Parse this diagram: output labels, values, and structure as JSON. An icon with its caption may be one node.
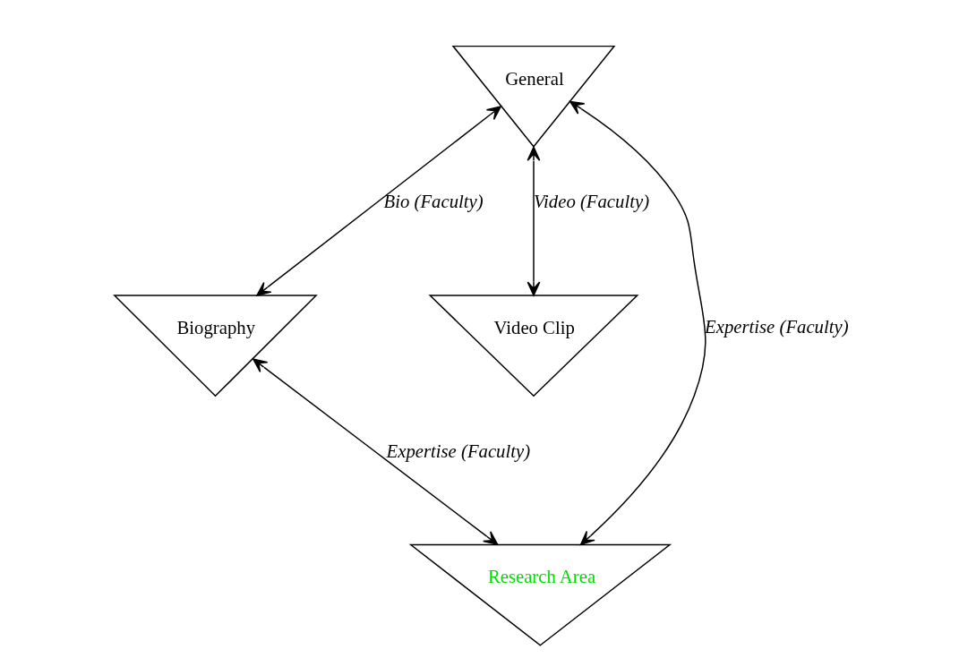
{
  "diagram": {
    "nodes": [
      {
        "text": [
          "General"
        ]
      },
      {
        "text": [
          "Biography"
        ]
      },
      {
        "text": [
          "Video Clip"
        ]
      },
      {
        "text": [
          "Research Area"
        ]
      }
    ],
    "edges": [
      {
        "from": 0,
        "to": 1,
        "arrow": "both",
        "label": "Bio (Faculty)"
      },
      {
        "from": 0,
        "to": 2,
        "arrow": "both",
        "label": "Video (Faculty)"
      },
      {
        "from": 0,
        "to": 3,
        "arrow": "both",
        "label": "Expertise (Faculty)"
      },
      {
        "from": 1,
        "to": 3,
        "arrow": "both",
        "label": "Expertise (Faculty)"
      }
    ]
  }
}
